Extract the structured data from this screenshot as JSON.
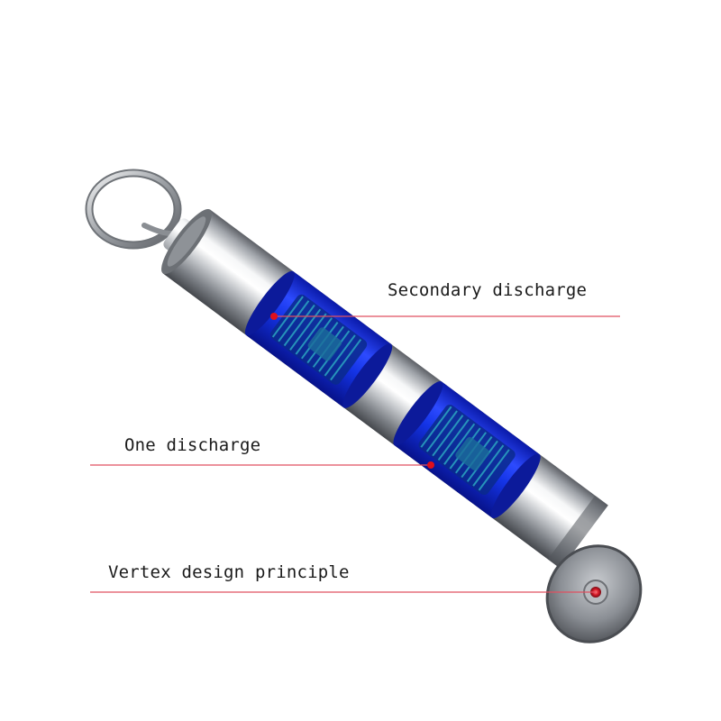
{
  "product_image": {
    "subject": "window-breaker-keychain-icon",
    "accent_color": "#1f3df0",
    "leader_line_color": "#e05060",
    "callouts": [
      {
        "id": "secondary",
        "label": "Secondary discharge"
      },
      {
        "id": "one",
        "label": "One discharge"
      },
      {
        "id": "vertex",
        "label": "Vertex design principle"
      }
    ]
  }
}
